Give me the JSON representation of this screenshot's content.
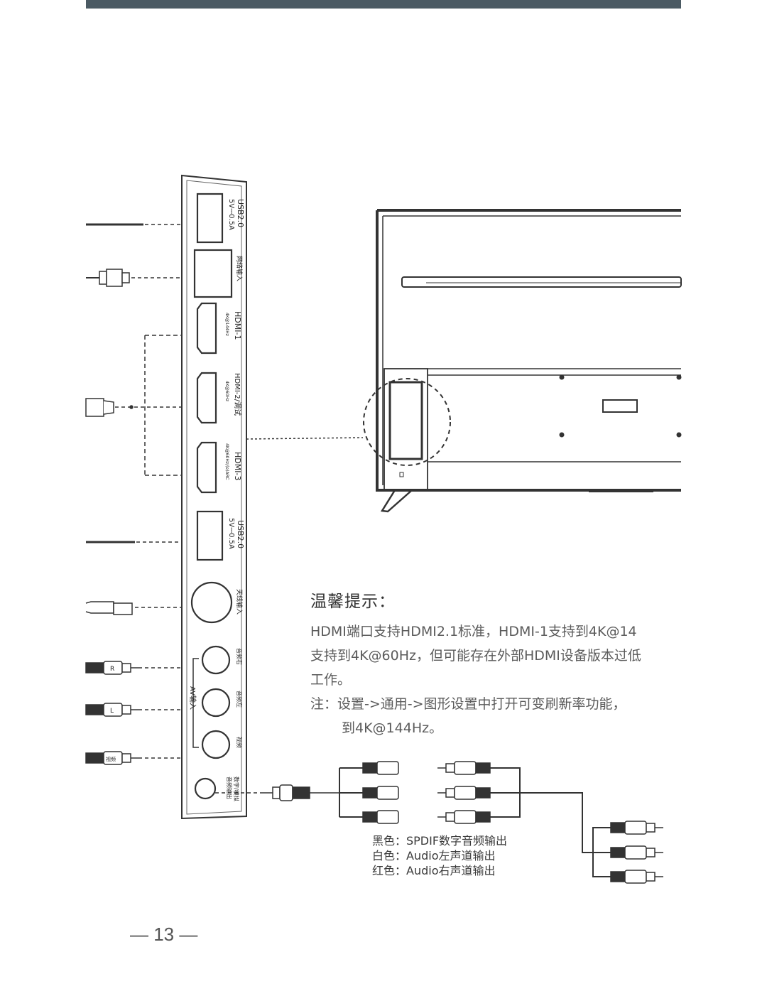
{
  "ports": [
    {
      "name": "USB2.0",
      "spec": "5V⎓0.5A"
    },
    {
      "name": "网络输入",
      "spec": ""
    },
    {
      "name": "HDMI-1",
      "spec": "4K@144Hz"
    },
    {
      "name": "HDMI-2/调试",
      "spec": "4K@60Hz"
    },
    {
      "name": "HDMI-3",
      "spec": "4K@60Hz/(e)ARC"
    },
    {
      "name": "USB2.0",
      "spec": "5V⎓0.5A"
    },
    {
      "name": "天线输入",
      "spec": ""
    },
    {
      "name": "音频右",
      "spec": ""
    },
    {
      "name": "音频左",
      "spec": ""
    },
    {
      "name": "视频",
      "spec": ""
    },
    {
      "name": "数字/模拟",
      "spec": "音频输出"
    }
  ],
  "av_group_label": "AV输入",
  "cable_letters": {
    "right": "R",
    "left": "L",
    "video": "视频"
  },
  "hint": {
    "title": "温馨提示：",
    "lines": [
      "HDMI端口支持HDMI2.1标准，HDMI-1支持到4K@14",
      "支持到4K@60Hz，但可能存在外部HDMI设备版本过低",
      "工作。",
      "注：设置->通用->图形设置中打开可变刷新率功能，",
      "到4K@144Hz。"
    ]
  },
  "legend": [
    "黑色：SPDIF数字音频输出",
    "白色：Audio左声道输出",
    "红色：Audio右声道输出"
  ],
  "page_number": "— 13 —"
}
